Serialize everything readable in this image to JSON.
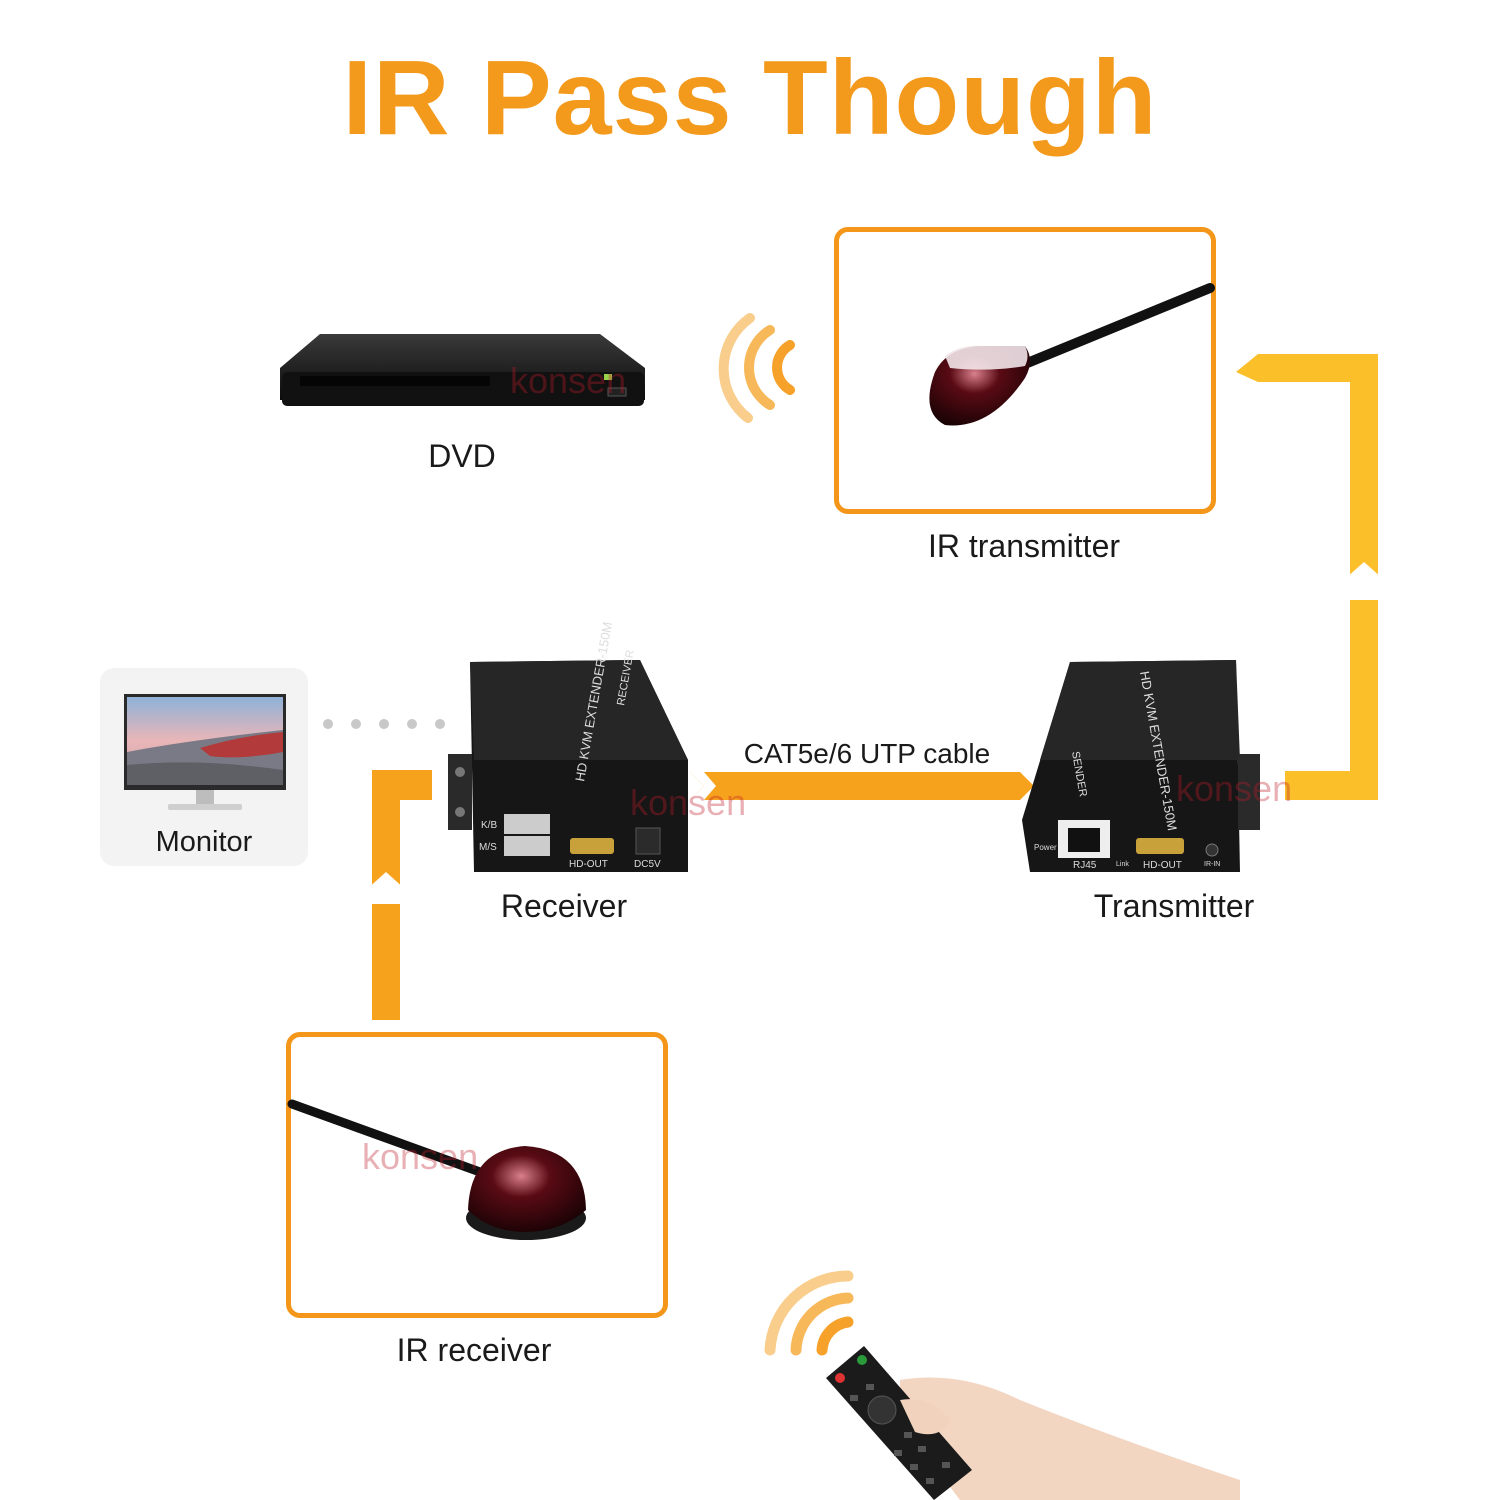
{
  "title": "IR Pass Though",
  "labels": {
    "dvd": "DVD",
    "ir_transmitter": "IR transmitter",
    "monitor": "Monitor",
    "receiver": "Receiver",
    "cable": "CAT5e/6 UTP cable",
    "transmitter": "Transmitter",
    "ir_receiver": "IR receiver"
  },
  "devices": {
    "receiver": {
      "model": "HD KVM EXTENDER-150M",
      "side_text": "RECEIVER",
      "ports": [
        "K/B",
        "M/S",
        "HD-OUT",
        "DC5V"
      ]
    },
    "transmitter": {
      "model": "HD KVM EXTENDER-150M",
      "side_text": "SENDER",
      "ports": [
        "Power",
        "RJ45",
        "Link",
        "HD-OUT",
        "IR-IN"
      ]
    }
  },
  "watermark": "konsen",
  "colors": {
    "title": "#f39a1c",
    "frame": "#f3961a",
    "arrow_orange": "#f7a21c",
    "arrow_yellow": "#fbbf2a",
    "device_body": "#1e1e1e"
  }
}
